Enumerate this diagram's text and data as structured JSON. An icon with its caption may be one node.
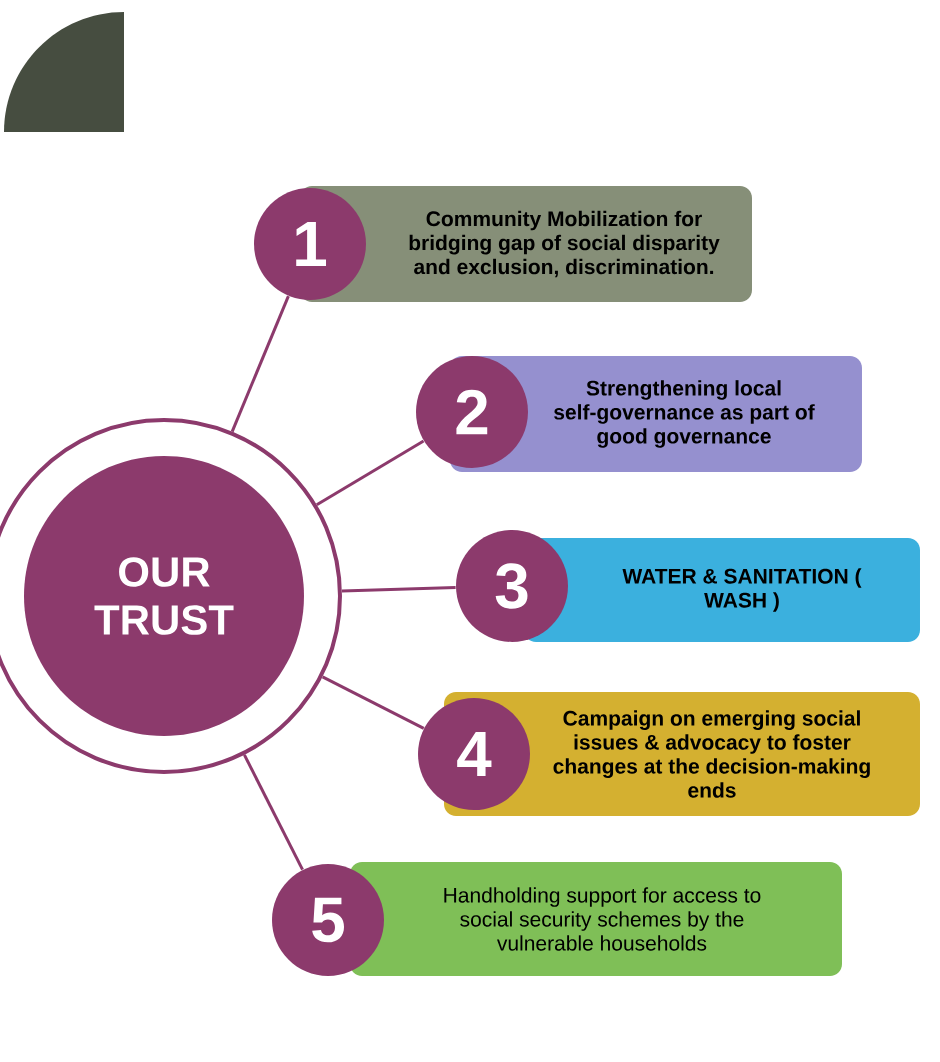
{
  "diagram": {
    "nodes": [
      {
        "text": [
          "OUR TRUST"
        ]
      },
      {
        "text": [
          "1"
        ]
      },
      {
        "text": [
          "Community Mobilization for bridging gap of social disparity and exclusion, discrimination."
        ]
      },
      {
        "text": [
          "2"
        ]
      },
      {
        "text": [
          "Strengthening local self-governance as part of good governance"
        ]
      },
      {
        "text": [
          "3"
        ]
      },
      {
        "text": [
          "WATER & SANITATION ( WASH )"
        ]
      },
      {
        "text": [
          "4"
        ]
      },
      {
        "text": [
          "Campaign on emerging social issues & advocacy to foster changes at the decision-making ends"
        ]
      },
      {
        "text": [
          "5"
        ]
      },
      {
        "text": [
          "Handholding support for access to social security schemes by the vulnerable households"
        ]
      }
    ],
    "edges": [
      {
        "from": 0,
        "to": 1,
        "arrow": "none"
      },
      {
        "from": 0,
        "to": 3,
        "arrow": "none"
      },
      {
        "from": 0,
        "to": 5,
        "arrow": "none"
      },
      {
        "from": 0,
        "to": 7,
        "arrow": "none"
      },
      {
        "from": 0,
        "to": 9,
        "arrow": "none"
      }
    ]
  }
}
